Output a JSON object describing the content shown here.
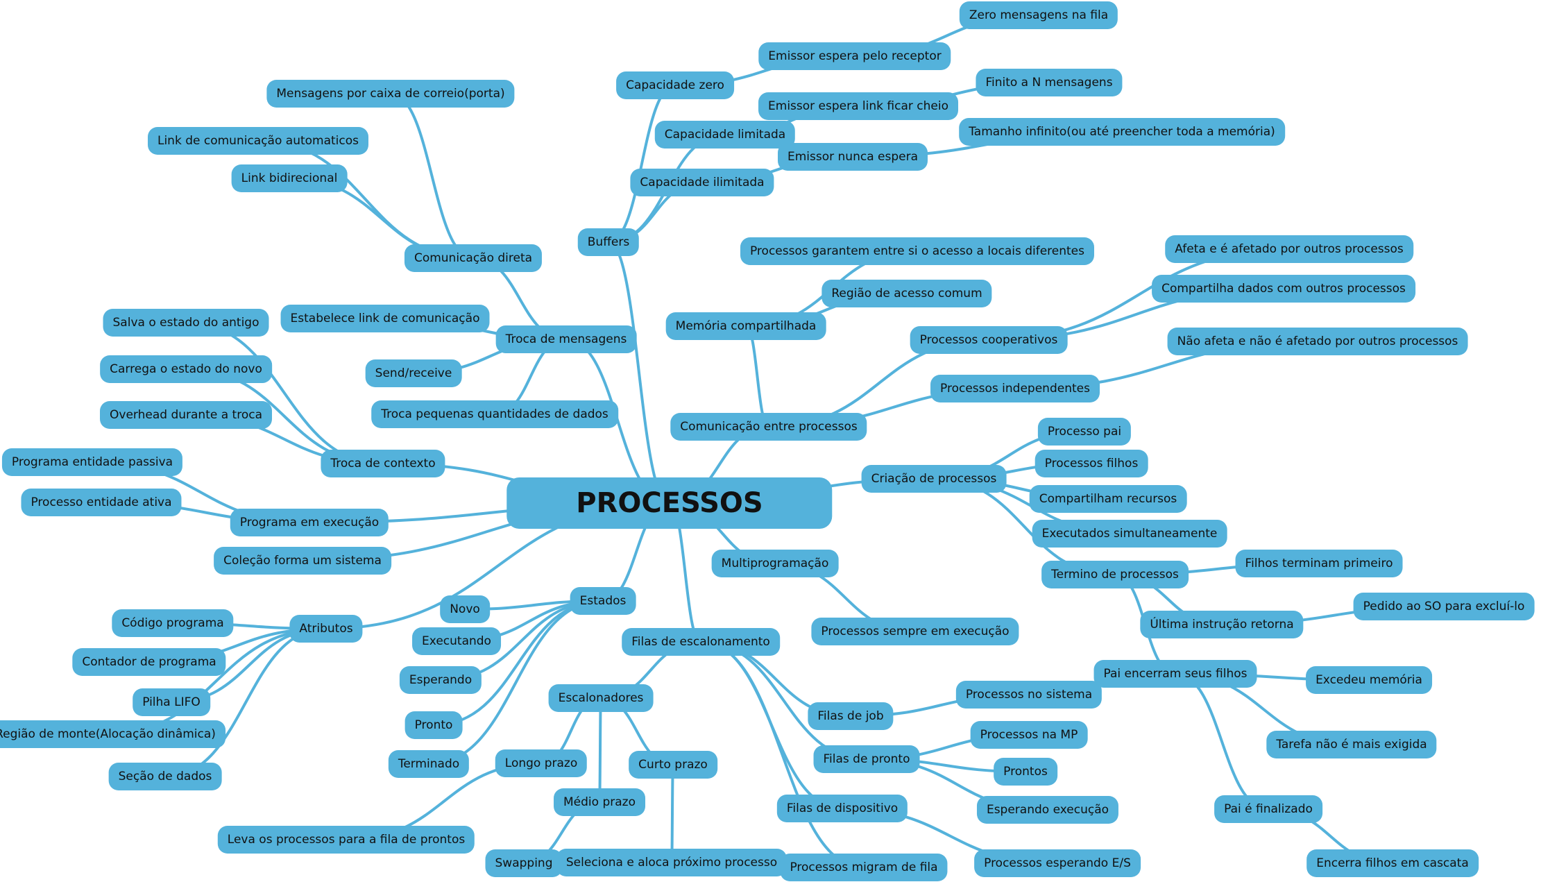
{
  "root": "PROCESSOS",
  "nodes": [
    {
      "id": "buffers",
      "label": "Buffers",
      "parent": "root"
    },
    {
      "id": "cap_zero",
      "label": "Capacidade zero",
      "parent": "buffers"
    },
    {
      "id": "emissor_receptor",
      "label": "Emissor espera pelo receptor",
      "parent": "cap_zero"
    },
    {
      "id": "zero_msg",
      "label": "Zero mensagens na fila",
      "parent": "emissor_receptor"
    },
    {
      "id": "cap_limitada",
      "label": "Capacidade limitada",
      "parent": "buffers"
    },
    {
      "id": "emissor_link",
      "label": "Emissor espera link ficar cheio",
      "parent": "cap_limitada"
    },
    {
      "id": "finito",
      "label": "Finito a N mensagens",
      "parent": "emissor_link"
    },
    {
      "id": "cap_ilimitada",
      "label": "Capacidade ilimitada",
      "parent": "buffers"
    },
    {
      "id": "emissor_nunca",
      "label": "Emissor nunca espera",
      "parent": "cap_ilimitada"
    },
    {
      "id": "tam_infinito",
      "label": "Tamanho infinito(ou até preencher toda a memória)",
      "parent": "emissor_nunca"
    },
    {
      "id": "troca_msg",
      "label": "Troca de mensagens",
      "parent": "root"
    },
    {
      "id": "com_direta",
      "label": "Comunicação direta",
      "parent": "troca_msg"
    },
    {
      "id": "msg_caixa",
      "label": "Mensagens por caixa de correio(porta)",
      "parent": "com_direta"
    },
    {
      "id": "link_auto",
      "label": "Link de comunicação automaticos",
      "parent": "com_direta"
    },
    {
      "id": "link_bi",
      "label": "Link bidirecional",
      "parent": "com_direta"
    },
    {
      "id": "estabelece",
      "label": "Estabelece link de comunicação",
      "parent": "troca_msg"
    },
    {
      "id": "send_receive",
      "label": "Send/receive",
      "parent": "troca_msg"
    },
    {
      "id": "troca_peq",
      "label": "Troca pequenas quantidades de dados",
      "parent": "troca_msg"
    },
    {
      "id": "troca_ctx",
      "label": "Troca de contexto",
      "parent": "root"
    },
    {
      "id": "salva",
      "label": "Salva o estado do antigo",
      "parent": "troca_ctx"
    },
    {
      "id": "carrega",
      "label": "Carrega o estado do novo",
      "parent": "troca_ctx"
    },
    {
      "id": "overhead",
      "label": "Overhead durante a troca",
      "parent": "troca_ctx"
    },
    {
      "id": "prog_exec",
      "label": "Programa em execução",
      "parent": "root"
    },
    {
      "id": "prog_passiva",
      "label": "Programa entidade passiva",
      "parent": "prog_exec"
    },
    {
      "id": "proc_ativa",
      "label": "Processo entidade ativa",
      "parent": "prog_exec"
    },
    {
      "id": "colecao",
      "label": "Coleção forma um sistema",
      "parent": "root"
    },
    {
      "id": "atributos",
      "label": "Atributos",
      "parent": "root"
    },
    {
      "id": "cod_prog",
      "label": "Código programa",
      "parent": "atributos"
    },
    {
      "id": "contador",
      "label": "Contador de programa",
      "parent": "atributos"
    },
    {
      "id": "pilha",
      "label": "Pilha LIFO",
      "parent": "atributos"
    },
    {
      "id": "regiao_monte",
      "label": "Região de monte(Alocação dinâmica)",
      "parent": "atributos"
    },
    {
      "id": "secao_dados",
      "label": "Seção de dados",
      "parent": "atributos"
    },
    {
      "id": "estados",
      "label": "Estados",
      "parent": "root"
    },
    {
      "id": "novo",
      "label": "Novo",
      "parent": "estados"
    },
    {
      "id": "executando",
      "label": "Executando",
      "parent": "estados"
    },
    {
      "id": "esperando",
      "label": "Esperando",
      "parent": "estados"
    },
    {
      "id": "pronto",
      "label": "Pronto",
      "parent": "estados"
    },
    {
      "id": "terminado",
      "label": "Terminado",
      "parent": "estados"
    },
    {
      "id": "filas_esc",
      "label": "Filas de escalonamento",
      "parent": "root"
    },
    {
      "id": "escalonadores",
      "label": "Escalonadores",
      "parent": "filas_esc"
    },
    {
      "id": "longo",
      "label": "Longo prazo",
      "parent": "escalonadores"
    },
    {
      "id": "leva_proc",
      "label": "Leva os processos para a fila de prontos",
      "parent": "longo"
    },
    {
      "id": "medio",
      "label": "Médio prazo",
      "parent": "escalonadores"
    },
    {
      "id": "swapping",
      "label": "Swapping",
      "parent": "medio"
    },
    {
      "id": "curto",
      "label": "Curto prazo",
      "parent": "escalonadores"
    },
    {
      "id": "seleciona",
      "label": "Seleciona e aloca próximo processo",
      "parent": "curto"
    },
    {
      "id": "filas_job",
      "label": "Filas de job",
      "parent": "filas_esc"
    },
    {
      "id": "proc_sistema",
      "label": "Processos no sistema",
      "parent": "filas_job"
    },
    {
      "id": "filas_pronto",
      "label": "Filas de pronto",
      "parent": "filas_esc"
    },
    {
      "id": "proc_mp",
      "label": "Processos na MP",
      "parent": "filas_pronto"
    },
    {
      "id": "prontos",
      "label": "Prontos",
      "parent": "filas_pronto"
    },
    {
      "id": "esp_exec",
      "label": "Esperando execução",
      "parent": "filas_pronto"
    },
    {
      "id": "filas_disp",
      "label": "Filas de dispositivo",
      "parent": "filas_esc"
    },
    {
      "id": "proc_es",
      "label": "Processos esperando E/S",
      "parent": "filas_disp"
    },
    {
      "id": "proc_migram",
      "label": "Processos migram de fila",
      "parent": "filas_esc"
    },
    {
      "id": "multiprog",
      "label": "Multiprogramação",
      "parent": "root"
    },
    {
      "id": "sempre_exec",
      "label": "Processos sempre em execução",
      "parent": "multiprog"
    },
    {
      "id": "com_proc",
      "label": "Comunicação entre processos",
      "parent": "root"
    },
    {
      "id": "mem_comp",
      "label": "Memória compartilhada",
      "parent": "com_proc"
    },
    {
      "id": "garantem",
      "label": "Processos garantem entre si o acesso a locais diferentes",
      "parent": "mem_comp"
    },
    {
      "id": "regiao_comum",
      "label": "Região de acesso comum",
      "parent": "mem_comp"
    },
    {
      "id": "proc_coop",
      "label": "Processos cooperativos",
      "parent": "com_proc"
    },
    {
      "id": "afeta",
      "label": "Afeta e é afetado por outros processos",
      "parent": "proc_coop"
    },
    {
      "id": "compartilha",
      "label": "Compartilha dados com outros processos",
      "parent": "proc_coop"
    },
    {
      "id": "proc_indep",
      "label": "Processos independentes",
      "parent": "com_proc"
    },
    {
      "id": "nao_afeta",
      "label": "Não afeta e não é afetado por outros processos",
      "parent": "proc_indep"
    },
    {
      "id": "criacao",
      "label": "Criação de processos",
      "parent": "root"
    },
    {
      "id": "proc_pai",
      "label": "Processo pai",
      "parent": "criacao"
    },
    {
      "id": "proc_filhos",
      "label": "Processos filhos",
      "parent": "criacao"
    },
    {
      "id": "comp_rec",
      "label": "Compartilham recursos",
      "parent": "criacao"
    },
    {
      "id": "exec_sim",
      "label": "Executados simultaneamente",
      "parent": "criacao"
    },
    {
      "id": "termino",
      "label": "Termino de processos",
      "parent": "criacao"
    },
    {
      "id": "filhos_term",
      "label": "Filhos terminam primeiro",
      "parent": "termino"
    },
    {
      "id": "ultima_instr",
      "label": "Última instrução retorna",
      "parent": "termino"
    },
    {
      "id": "pedido_so",
      "label": "Pedido ao SO para excluí-lo",
      "parent": "ultima_instr"
    },
    {
      "id": "pai_encerram",
      "label": "Pai encerram seus filhos",
      "parent": "termino"
    },
    {
      "id": "excedeu",
      "label": "Excedeu memória",
      "parent": "pai_encerram"
    },
    {
      "id": "tarefa",
      "label": "Tarefa não é mais exigida",
      "parent": "pai_encerram"
    },
    {
      "id": "pai_finalizado",
      "label": "Pai é finalizado",
      "parent": "pai_encerram"
    },
    {
      "id": "encerra",
      "label": "Encerra filhos em cascata",
      "parent": "pai_finalizado"
    }
  ]
}
